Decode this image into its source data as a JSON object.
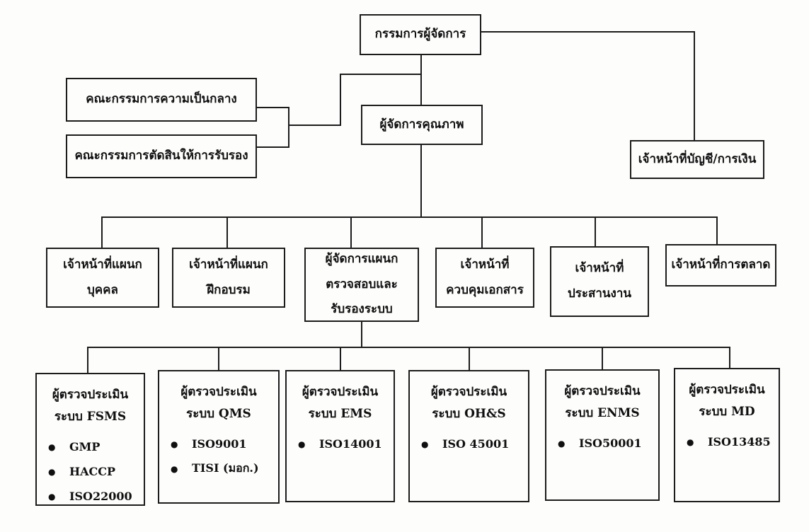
{
  "chart": {
    "bullet_glyph": "●",
    "colors": {
      "line": "#1c1c1c",
      "box_border": "#1c1c1c",
      "text": "#101010",
      "page_bg": "#fdfdfc"
    },
    "top": {
      "label": "กรรมการผู้จัดการ"
    },
    "impartiality_committee": {
      "label": "คณะกรรมการความเป็นกลาง"
    },
    "certification_committee": {
      "label": "คณะกรรมการตัดสินให้การรับรอง"
    },
    "quality_manager": {
      "label": "ผู้จัดการคุณภาพ"
    },
    "accounting_officer": {
      "label": "เจ้าหน้าที่บัญชี/การเงิน"
    },
    "row2": [
      {
        "label": "เจ้าหน้าที่แผนก\nบุคคล"
      },
      {
        "label": "เจ้าหน้าที่แผนก\nฝึกอบรม"
      },
      {
        "label": "ผู้จัดการแผนก\nตรวจสอบและ\nรับรองระบบ"
      },
      {
        "label": "เจ้าหน้าที่\nควบคุมเอกสาร"
      },
      {
        "label": "เจ้าหน้าที่\nประสานงาน"
      },
      {
        "label": "เจ้าหน้าที่การตลาด"
      }
    ],
    "row3": [
      {
        "title1": "ผู้ตรวจประเมิน",
        "title2": "ระบบ FSMS",
        "items": [
          "GMP",
          "HACCP",
          "ISO22000"
        ]
      },
      {
        "title1": "ผู้ตรวจประเมิน",
        "title2": "ระบบ QMS",
        "items": [
          "ISO9001",
          "TISI (มอก.)"
        ]
      },
      {
        "title1": "ผู้ตรวจประเมิน",
        "title2": "ระบบ EMS",
        "items": [
          "ISO14001"
        ]
      },
      {
        "title1": "ผู้ตรวจประเมิน",
        "title2": "ระบบ OH&S",
        "items": [
          "ISO 45001"
        ]
      },
      {
        "title1": "ผู้ตรวจประเมิน",
        "title2": "ระบบ ENMS",
        "items": [
          "ISO50001"
        ]
      },
      {
        "title1": "ผู้ตรวจประเมิน",
        "title2": "ระบบ MD",
        "items": [
          "ISO13485"
        ]
      }
    ]
  }
}
